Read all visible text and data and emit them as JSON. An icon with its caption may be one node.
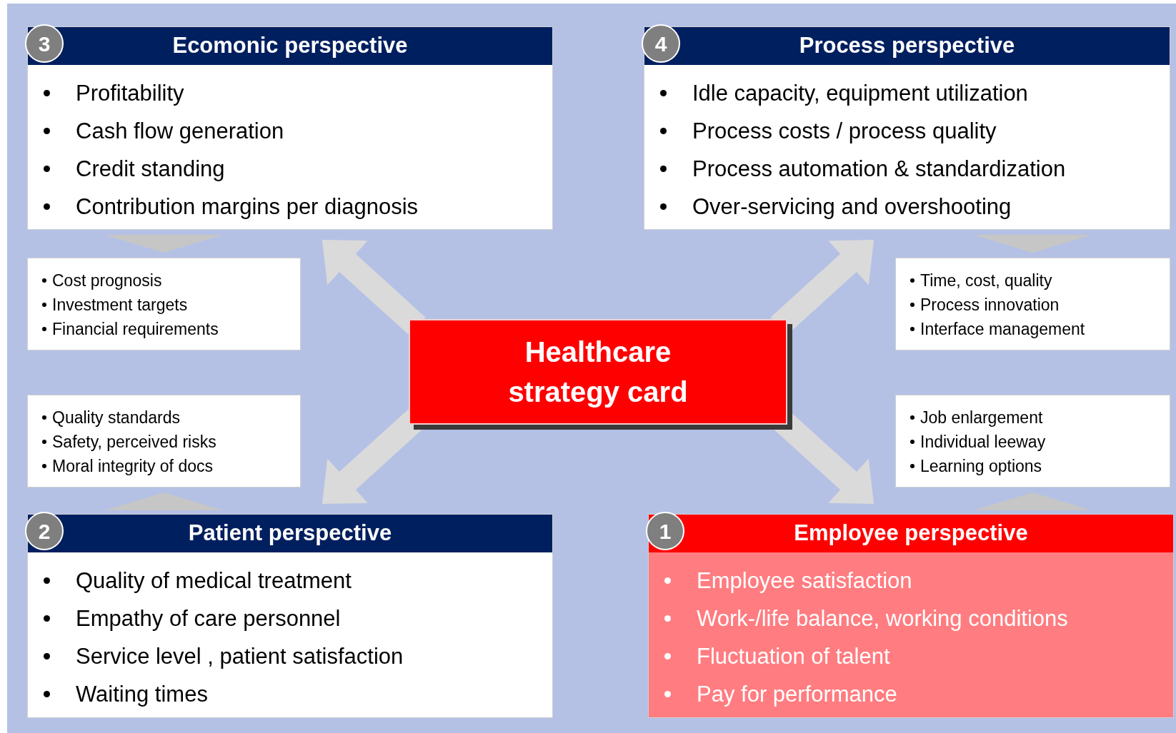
{
  "diagram": {
    "nodes": [
      {
        "text": [
          "Ecomonic perspective",
          "Profitability",
          "Cash flow generation",
          "Credit standing",
          "Contribution margins per diagnosis"
        ]
      },
      {
        "text": [
          "3"
        ],
        "in": 0
      },
      {
        "text": [
          "Process perspective",
          "Idle capacity, equipment utilization",
          "Process costs / process quality",
          "Process automation & standardization",
          "Over-servicing and overshooting"
        ]
      },
      {
        "text": [
          "4"
        ],
        "in": 2
      },
      {
        "text": [
          "Cost prognosis",
          "Investment targets",
          "Financial requirements"
        ]
      },
      {
        "text": [
          "Time, cost, quality",
          "Process innovation",
          "Interface management"
        ]
      },
      {
        "text": [
          "Healthcare strategy card"
        ]
      },
      {
        "text": [
          "Quality standards",
          "Safety, perceived risks",
          "Moral integrity of docs"
        ]
      },
      {
        "text": [
          "Job enlargement",
          "Individual leeway",
          "Learning options"
        ]
      },
      {
        "text": [
          "Patient perspective",
          "Quality of medical treatment",
          "Empathy of care personnel",
          "Service level , patient satisfaction",
          "Waiting times"
        ]
      },
      {
        "text": [
          "2"
        ],
        "in": 9
      },
      {
        "text": [
          "Employee perspective",
          "Employee satisfaction",
          "Work-/life balance, working conditions",
          "Fluctuation of talent",
          "Pay for performance"
        ]
      },
      {
        "text": [
          "1"
        ],
        "in": 11
      }
    ],
    "edges": [
      {
        "from": 0,
        "to": 4,
        "arrow": "to"
      },
      {
        "from": 2,
        "to": 5,
        "arrow": "to"
      },
      {
        "from": 9,
        "to": 7,
        "arrow": "to"
      },
      {
        "from": 11,
        "to": 8,
        "arrow": "to"
      },
      {
        "from": 6,
        "to": 0,
        "arrow": "to",
        "style": "thick"
      },
      {
        "from": 6,
        "to": 2,
        "arrow": "to",
        "style": "thick"
      },
      {
        "from": 6,
        "to": 9,
        "arrow": "to",
        "style": "thick"
      },
      {
        "from": 6,
        "to": 11,
        "arrow": "to",
        "style": "thick"
      }
    ]
  }
}
